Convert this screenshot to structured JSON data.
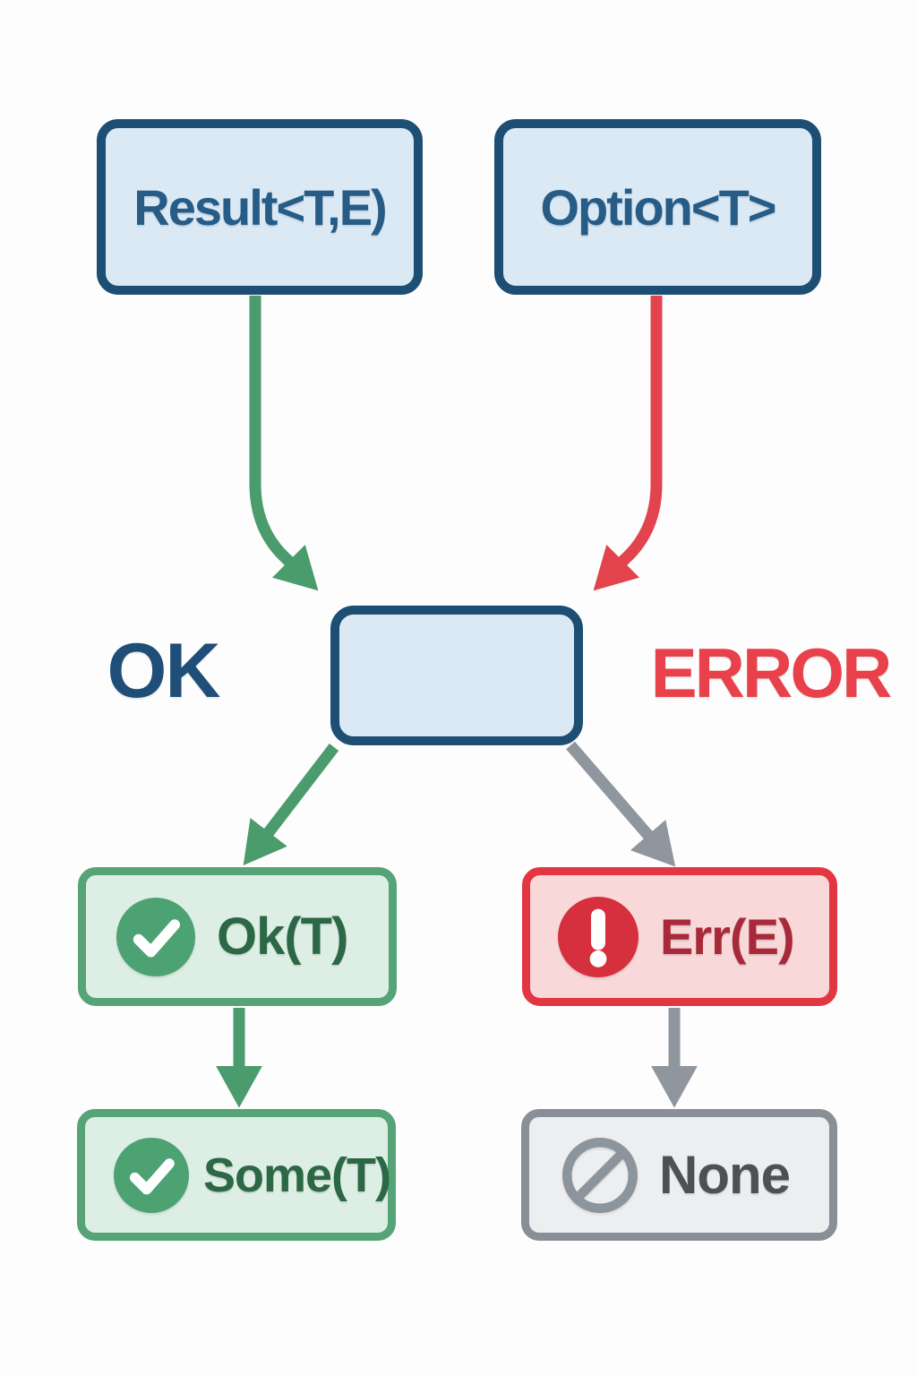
{
  "nodes": {
    "result": {
      "label": "Result<T,E)"
    },
    "option": {
      "label": "Option<T>"
    },
    "merge": {
      "label": ""
    },
    "ok": {
      "label": "Ok(T)",
      "icon": "check-circle-icon"
    },
    "err": {
      "label": "Err(E)",
      "icon": "alert-circle-icon"
    },
    "some": {
      "label": "Some(T)",
      "icon": "check-circle-icon"
    },
    "none": {
      "label": "None",
      "icon": "prohibition-icon"
    }
  },
  "branch_labels": {
    "left": "OK",
    "right": "ERROR"
  },
  "colors": {
    "background": "#fdfdfd",
    "blue_border": "#1d4e73",
    "blue_fill": "#dbe9f5",
    "blue_text": "#265c86",
    "ok_label_text": "#1f4e79",
    "error_label_text": "#e8414c",
    "green_arrow": "#4a9c6d",
    "green_border": "#55a377",
    "green_fill": "#ddefe4",
    "green_text": "#2c6846",
    "green_icon": "#4da273",
    "red_arrow": "#e2434d",
    "red_border": "#e23643",
    "red_fill": "#f8d8d8",
    "red_text": "#a8293a",
    "red_icon": "#d62f3d",
    "gray_arrow": "#8f969d",
    "gray_border": "#898f96",
    "gray_fill": "#eceef0",
    "gray_text": "#4d5154",
    "gray_icon": "#8d949b"
  }
}
